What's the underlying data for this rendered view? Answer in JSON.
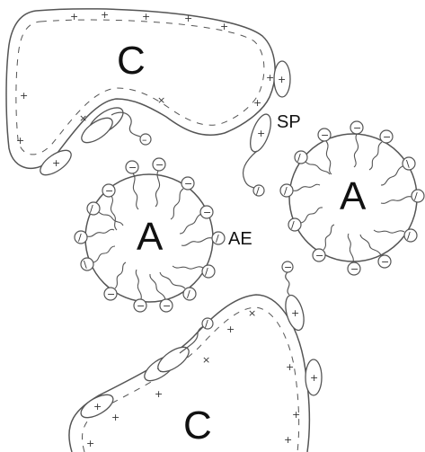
{
  "labels": {
    "particle_top": "C",
    "particle_bottom": "C",
    "micelle_left": "A",
    "micelle_right": "A",
    "sp": "SP",
    "ae": "AE"
  },
  "charges": {
    "plus": "+",
    "minus": "–",
    "circle_minus": "−",
    "circle_slash": "/"
  }
}
